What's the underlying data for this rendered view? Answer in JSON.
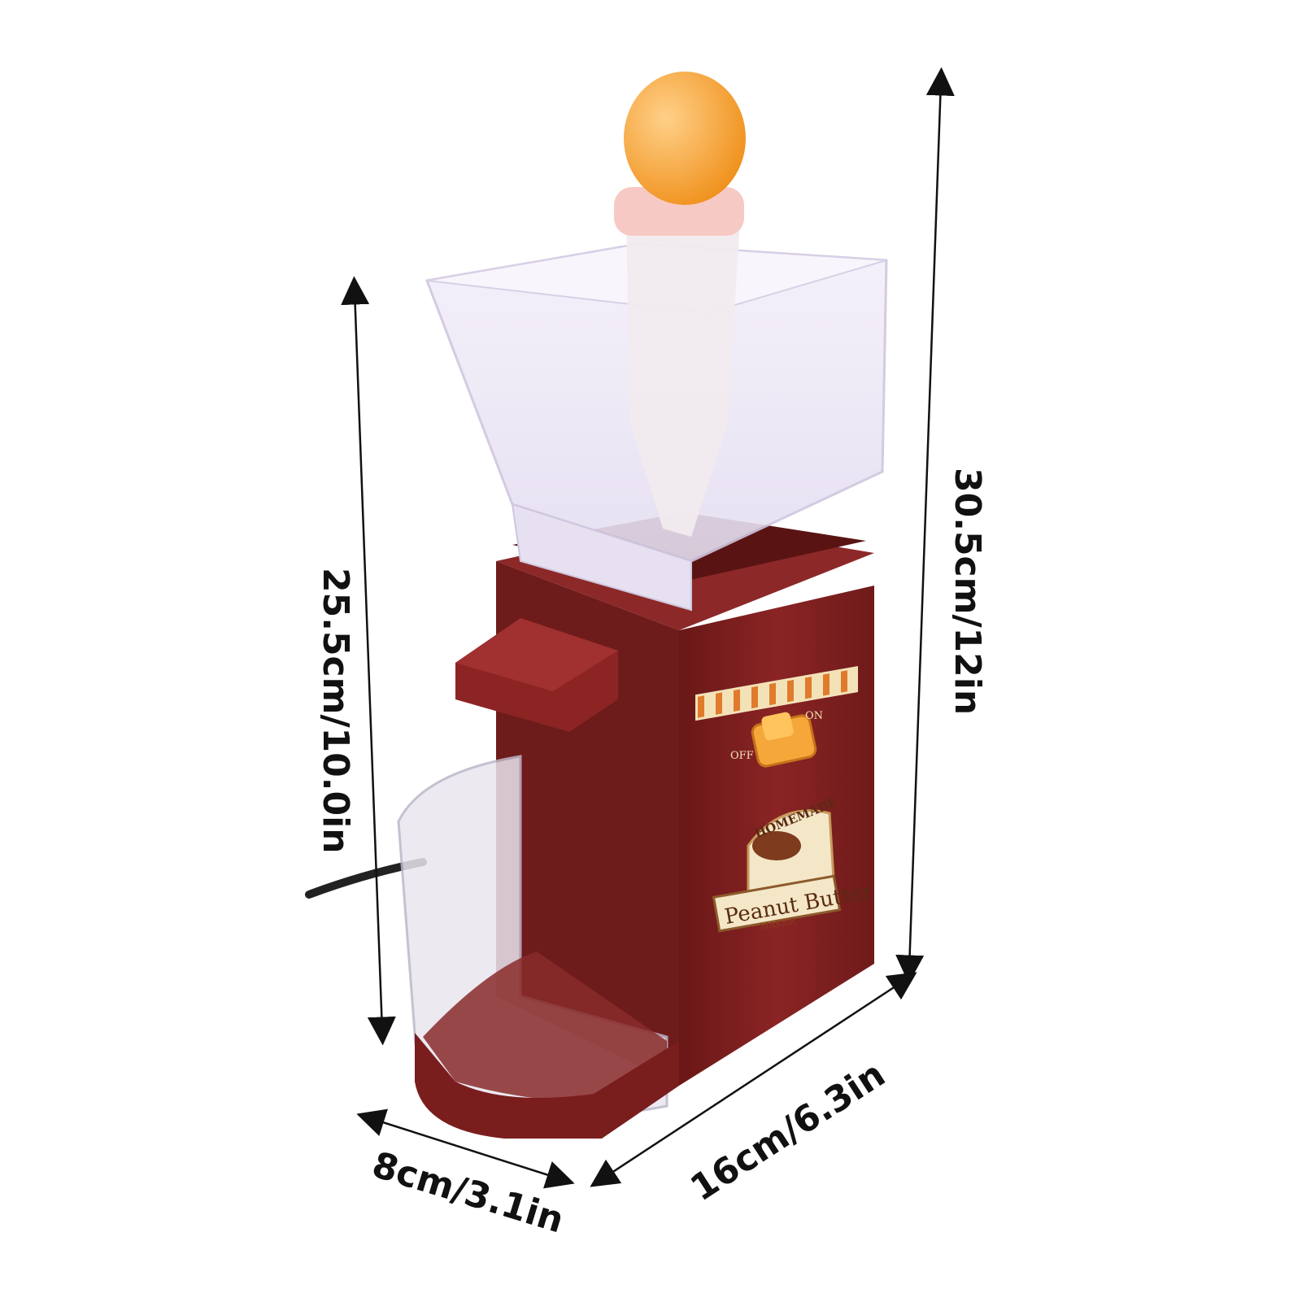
{
  "product": {
    "name": "Peanut Butter",
    "banner_top": "HOMEMADE",
    "banner_bottom": "MAKER",
    "switch_off_label": "OFF",
    "switch_on_label": "ON",
    "body_color": "#7e1f1f",
    "accent_color": "#f3a93a",
    "knob_color": "#f4a235"
  },
  "dimensions": {
    "height_right": "30.5cm/12in",
    "height_left": "25.5cm/10.0in",
    "length": "16cm/6.3in",
    "width": "8cm/3.1in"
  }
}
